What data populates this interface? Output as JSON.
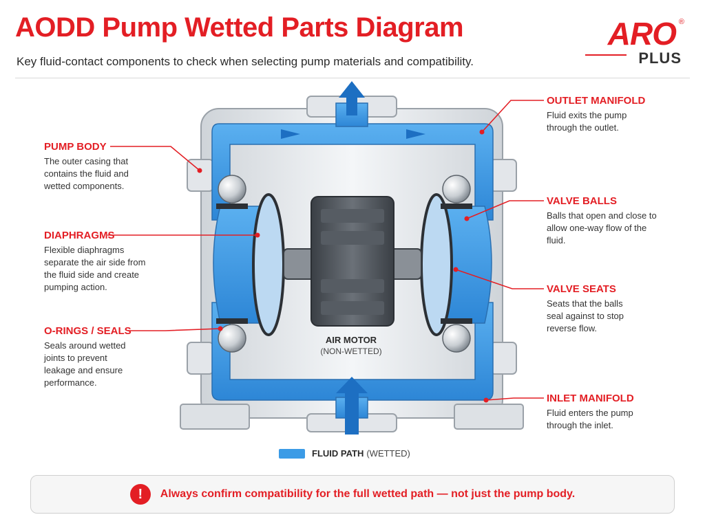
{
  "header": {
    "title": "AODD Pump Wetted Parts Diagram",
    "subtitle": "Key fluid-contact components to check when selecting pump materials and compatibility."
  },
  "logo": {
    "main": "ARO",
    "registered": "®",
    "sub": "PLUS"
  },
  "callouts": {
    "pump_body": {
      "title": "PUMP BODY",
      "text": "The outer casing that contains the fluid and wetted components."
    },
    "diaphragms": {
      "title": "DIAPHRAGMS",
      "text": "Flexible diaphragms separate the air side from the fluid side and create pumping action."
    },
    "o_rings": {
      "title": "O-RINGS / SEALS",
      "text": "Seals around wetted joints to prevent leakage and ensure performance."
    },
    "outlet_manifold": {
      "title": "OUTLET MANIFOLD",
      "text": "Fluid exits the pump through the outlet."
    },
    "valve_balls": {
      "title": "VALVE BALLS",
      "text": "Balls that open and close to allow one-way flow of the fluid."
    },
    "valve_seats": {
      "title": "VALVE SEATS",
      "text": "Seats that the balls seal against to stop reverse flow."
    },
    "inlet_manifold": {
      "title": "INLET MANIFOLD",
      "text": "Fluid enters the pump through the inlet."
    }
  },
  "air_motor": {
    "line1": "AIR MOTOR",
    "line2": "(NON-WETTED)"
  },
  "legend": {
    "label": "FLUID PATH",
    "qualifier": "(WETTED)"
  },
  "notice": {
    "icon": "!",
    "text": "Always confirm compatibility for the full wetted path — not just the pump body."
  },
  "colors": {
    "accent": "#e31e24",
    "fluid": "#3b9be6",
    "body": "#e9ecef",
    "motor": "#4a4f55"
  },
  "icons": {
    "notice_icon": "exclamation-circle-icon",
    "flow_arrow": "arrow-icon"
  }
}
